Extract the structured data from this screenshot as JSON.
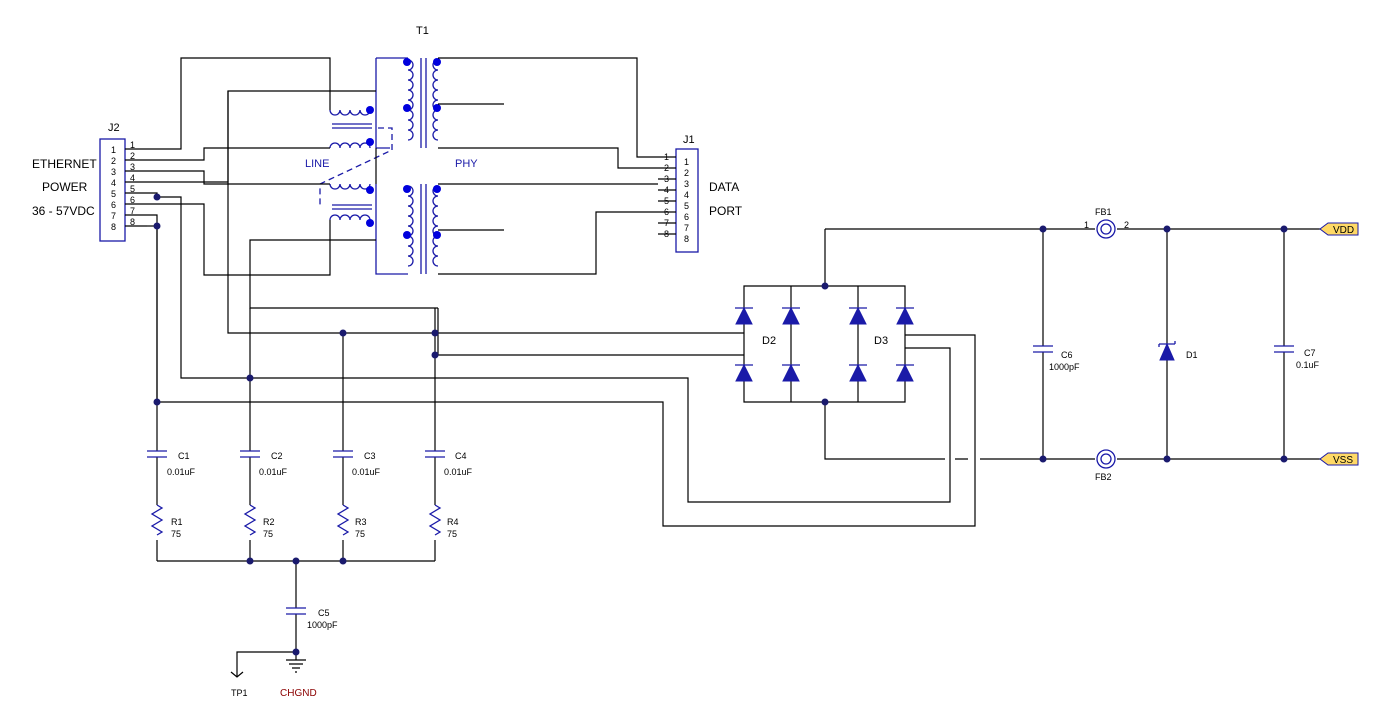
{
  "connectors": {
    "j2": {
      "ref": "J2",
      "pins": [
        "1",
        "2",
        "3",
        "4",
        "5",
        "6",
        "7",
        "8"
      ]
    },
    "j1": {
      "ref": "J1",
      "pins": [
        "1",
        "2",
        "3",
        "4",
        "5",
        "6",
        "7",
        "8"
      ]
    }
  },
  "labels": {
    "ethernet": "ETHERNET",
    "power": "POWER",
    "voltage": "36 - 57VDC",
    "data": "DATA",
    "port": "PORT",
    "line": "LINE",
    "phy": "PHY"
  },
  "transformer": {
    "ref": "T1"
  },
  "diodes": {
    "d2": "D2",
    "d3": "D3",
    "d1": "D1"
  },
  "capacitors": {
    "c1": {
      "ref": "C1",
      "value": "0.01uF"
    },
    "c2": {
      "ref": "C2",
      "value": "0.01uF"
    },
    "c3": {
      "ref": "C3",
      "value": "0.01uF"
    },
    "c4": {
      "ref": "C4",
      "value": "0.01uF"
    },
    "c5": {
      "ref": "C5",
      "value": "1000pF"
    },
    "c6": {
      "ref": "C6",
      "value": "1000pF"
    },
    "c7": {
      "ref": "C7",
      "value": "0.1uF"
    }
  },
  "resistors": {
    "r1": {
      "ref": "R1",
      "value": "75"
    },
    "r2": {
      "ref": "R2",
      "value": "75"
    },
    "r3": {
      "ref": "R3",
      "value": "75"
    },
    "r4": {
      "ref": "R4",
      "value": "75"
    }
  },
  "ferrites": {
    "fb1": {
      "ref": "FB1",
      "pin1": "1",
      "pin2": "2"
    },
    "fb2": {
      "ref": "FB2"
    }
  },
  "nets": {
    "vdd": "VDD",
    "vss": "VSS",
    "chgnd": "CHGND"
  },
  "testpoint": {
    "ref": "TP1"
  },
  "colors": {
    "wire": "#000000",
    "component": "#1a1aa8",
    "net_tag_fill": "#ffd966",
    "ground_label": "#8b0000"
  }
}
